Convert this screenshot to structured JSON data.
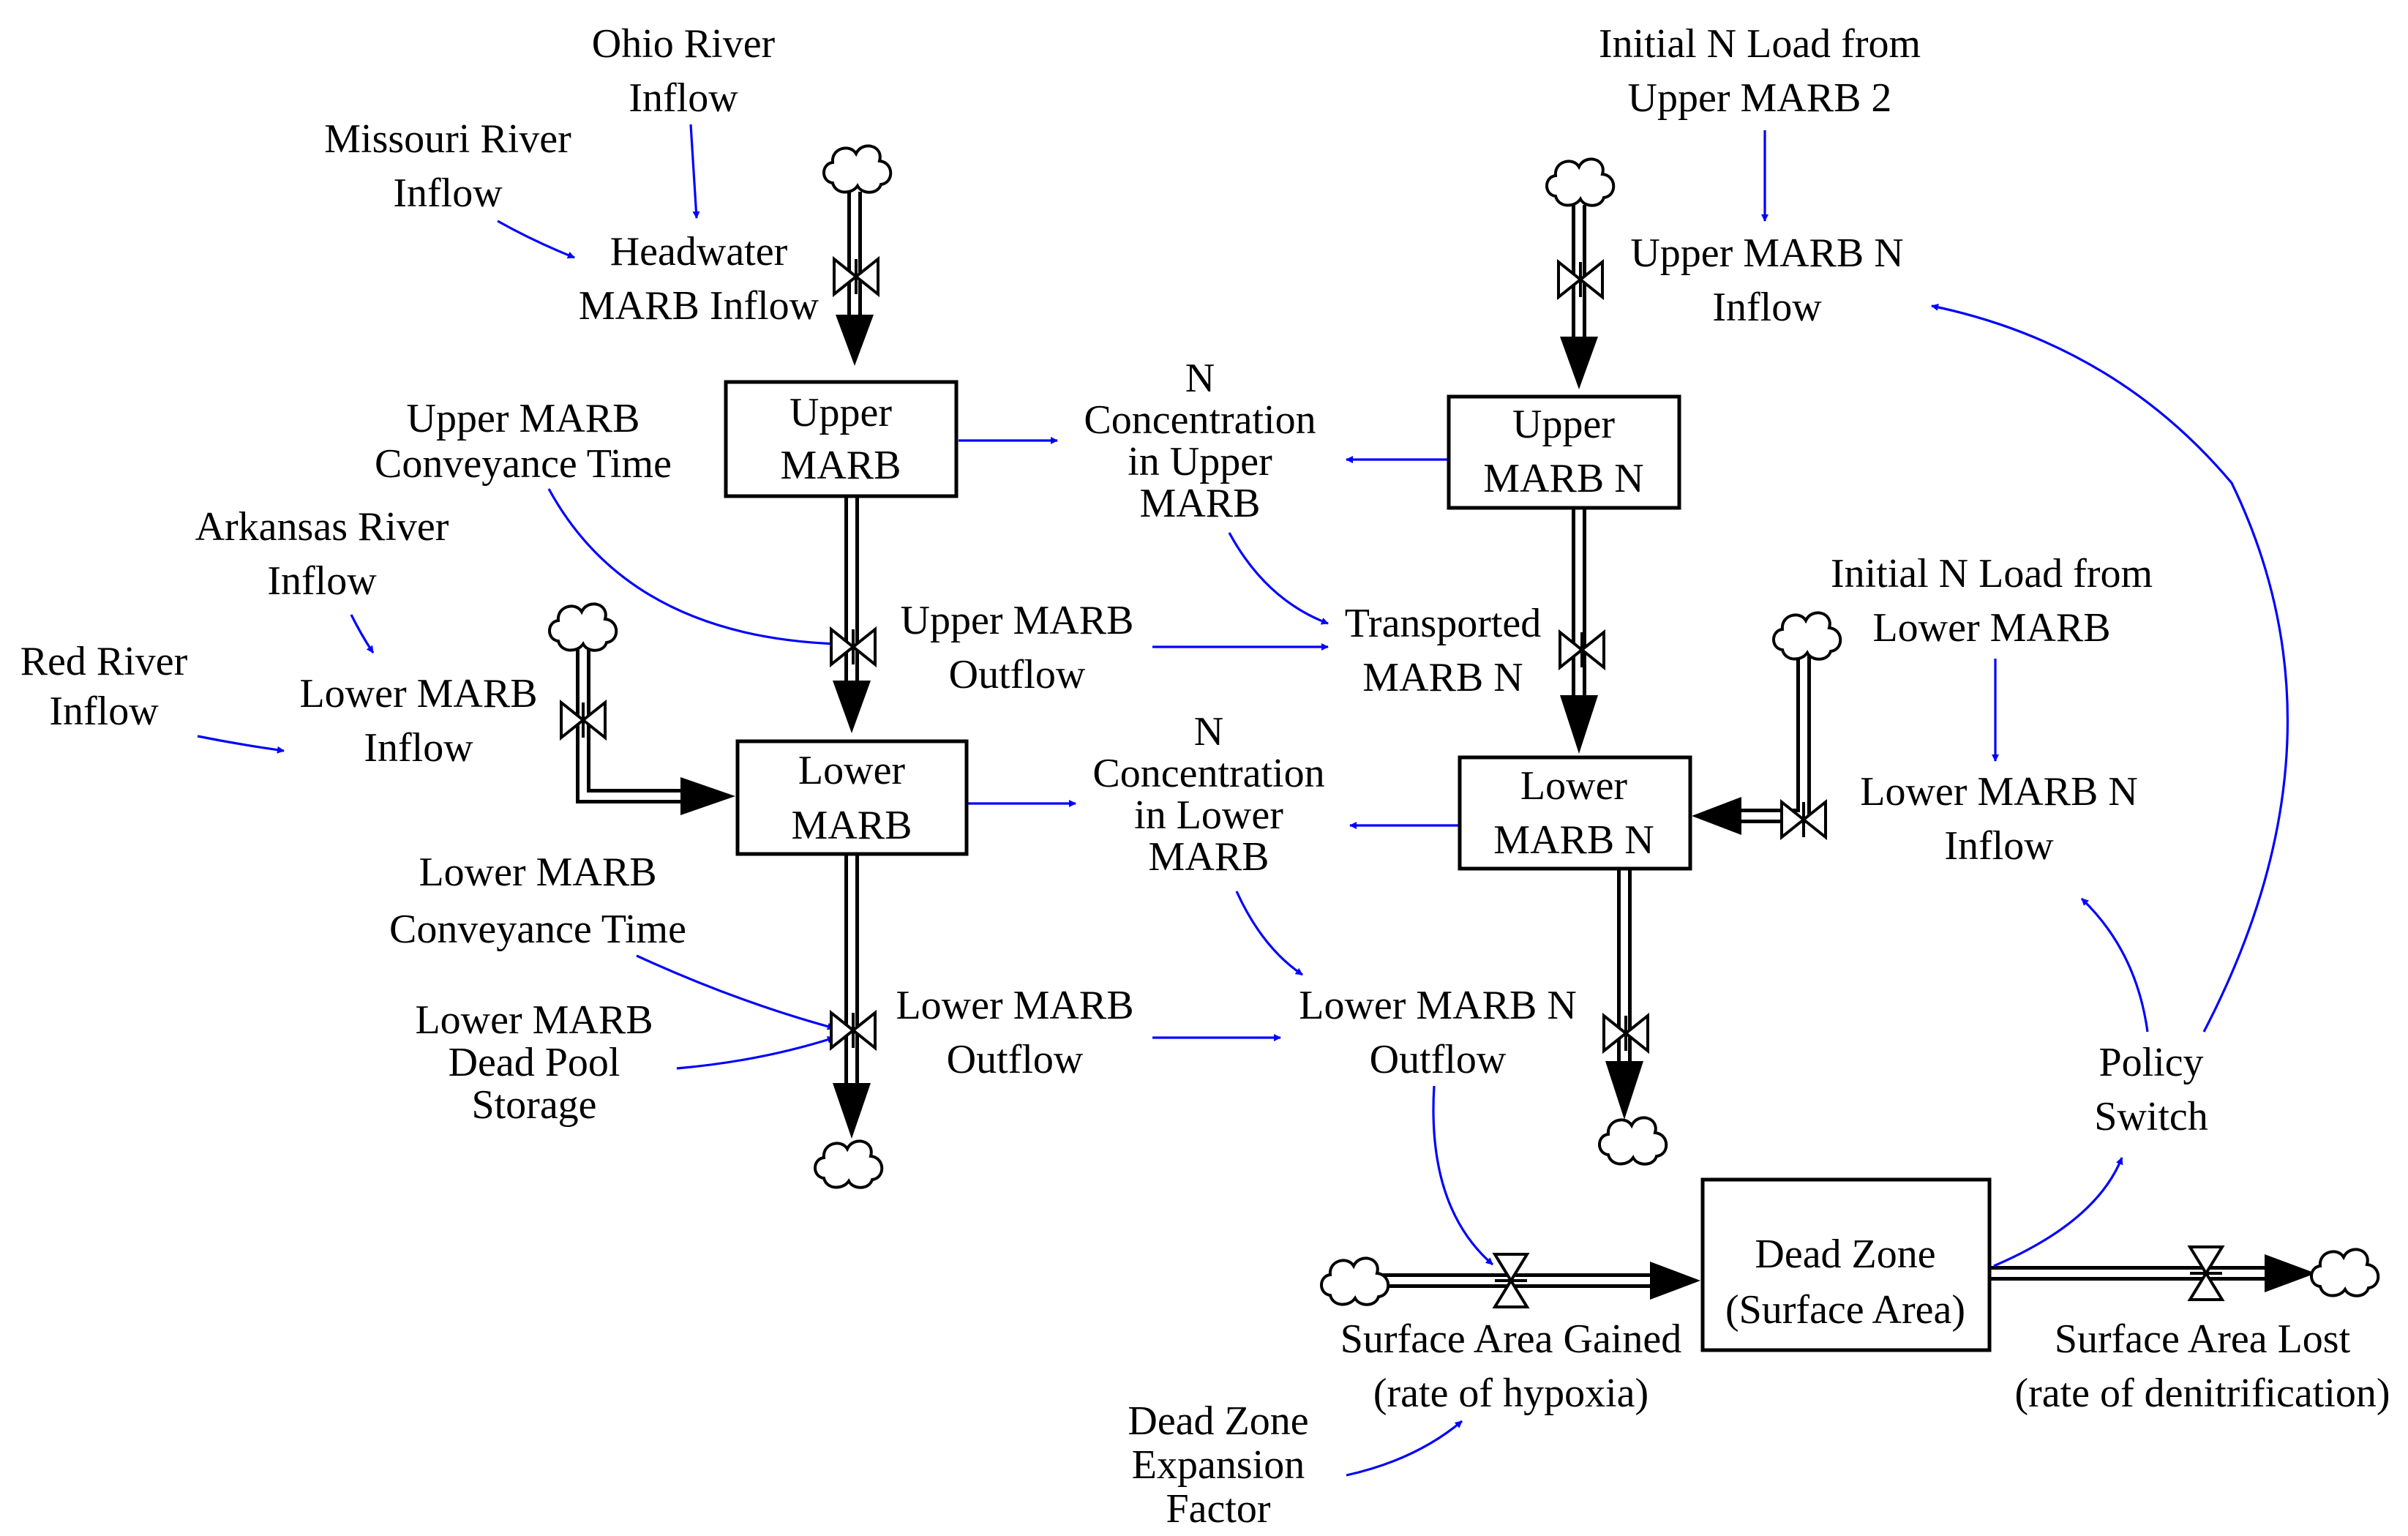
{
  "stocks": {
    "upper_marb": [
      "Upper",
      "MARB"
    ],
    "lower_marb": [
      "Lower",
      "MARB"
    ],
    "upper_marb_n": [
      "Upper",
      "MARB N"
    ],
    "lower_marb_n": [
      "Lower",
      "MARB N"
    ],
    "dead_zone": [
      "Dead Zone",
      "(Surface Area)"
    ]
  },
  "flows": {
    "headwater_marb_inflow": [
      "Headwater",
      "MARB Inflow"
    ],
    "upper_marb_outflow": [
      "Upper MARB",
      "Outflow"
    ],
    "lower_marb_inflow": [
      "Lower MARB",
      "Inflow"
    ],
    "lower_marb_outflow": [
      "Lower MARB",
      "Outflow"
    ],
    "upper_marb_n_inflow": [
      "Upper MARB N",
      "Inflow"
    ],
    "transported_marb_n": [
      "Transported",
      "MARB N"
    ],
    "lower_marb_n_inflow": [
      "Lower MARB N",
      "Inflow"
    ],
    "lower_marb_n_outflow": [
      "Lower MARB N",
      "Outflow"
    ],
    "surface_area_gained": [
      "Surface Area Gained",
      "(rate of hypoxia)"
    ],
    "surface_area_lost": [
      "Surface Area Lost",
      "(rate of denitrification)"
    ]
  },
  "variables": {
    "ohio_river_inflow": [
      "Ohio River",
      "Inflow"
    ],
    "missouri_river_inflow": [
      "Missouri River",
      "Inflow"
    ],
    "upper_marb_conveyance_time": [
      "Upper MARB",
      "Conveyance Time"
    ],
    "arkansas_river_inflow": [
      "Arkansas River",
      "Inflow"
    ],
    "red_river_inflow": [
      "Red River",
      "Inflow"
    ],
    "lower_marb_conveyance_time": [
      "Lower MARB",
      "Conveyance Time"
    ],
    "lower_marb_dead_pool_storage": [
      "Lower MARB",
      "Dead Pool",
      "Storage"
    ],
    "n_concentration_upper": [
      "N",
      "Concentration",
      "in Upper",
      "MARB"
    ],
    "n_concentration_lower": [
      "N",
      "Concentration",
      "in Lower",
      "MARB"
    ],
    "initial_n_load_upper": [
      "Initial N Load from",
      "Upper MARB 2"
    ],
    "initial_n_load_lower": [
      "Initial N Load from",
      "Lower MARB"
    ],
    "policy_switch": [
      "Policy",
      "Switch"
    ],
    "dead_zone_expansion_factor": [
      "Dead Zone",
      "Expansion",
      "Factor"
    ]
  },
  "colors": {
    "link": "#0000ff",
    "stock_border": "#000000",
    "pipe": "#000000",
    "background": "#ffffff"
  },
  "icons": {
    "source_sink": "cloud-icon",
    "flow_valve": "valve-icon"
  }
}
